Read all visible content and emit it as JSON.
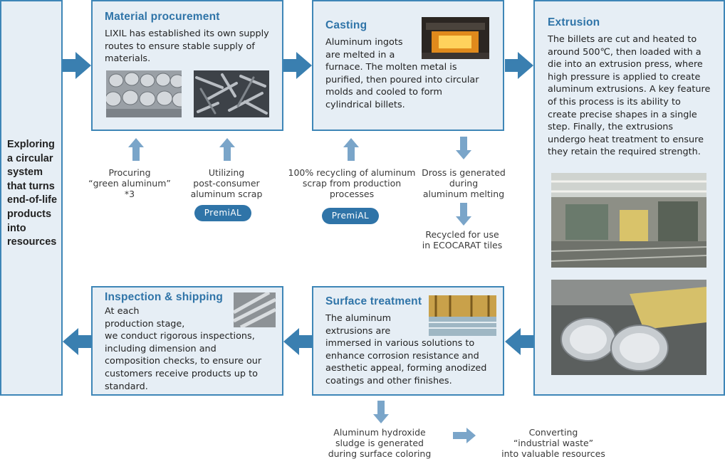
{
  "side_label": "Exploring\na circular\nsystem\nthat turns\nend-of-life\nproducts\ninto\nresources",
  "material": {
    "title": "Material procurement",
    "body": "LIXIL has established its own supply\nroutes to ensure stable supply of\nmaterials."
  },
  "casting": {
    "title": "Casting",
    "body": "Aluminum ingots\nare melted in a\nfurnace. The molten metal is\npurified, then poured into circular\nmolds and cooled to form\ncylindrical billets."
  },
  "extrusion": {
    "title": "Extrusion",
    "body": "The billets are cut and heated to\naround 500℃, then loaded with a\ndie into an extrusion press, where\nhigh pressure is applied to create\naluminum extrusions. A key feature\nof this process is its ability to\ncreate precise shapes in a single\nstep. Finally, the extrusions\nundergo heat treatment to ensure\nthey retain the required strength."
  },
  "inspection": {
    "title": "Inspection & shipping",
    "body": "At each\nproduction stage,\n we conduct rigorous inspections,\nincluding dimension and\ncomposition checks, to ensure our\ncustomers receive products up to\nstandard."
  },
  "surface": {
    "title": "Surface treatment",
    "body": "The aluminum\nextrusions are\nimmersed in various solutions to\nenhance corrosion resistance and\naesthetic appeal, forming anodized\ncoatings and other finishes."
  },
  "notes": {
    "green": "Procuring\n“green aluminum”\n*3",
    "scrap": "Utilizing\npost-consumer\naluminum scrap",
    "recycling": "100% recycling of aluminum\nscrap from production\nprocesses",
    "dross": "Dross is generated\nduring\naluminum melting",
    "ecocarat": "Recycled for use\nin ECOCARAT tiles",
    "sludge": "Aluminum hydroxide\nsludge is generated\nduring surface coloring",
    "converting": "Converting\n“industrial waste”\ninto valuable resources"
  },
  "badges": {
    "premial_1": "PremiAL",
    "premial_2": "PremiAL"
  },
  "colors": {
    "accent": "#2f74a8",
    "box_fill": "#e6eef5",
    "box_border": "#3e86b7",
    "arrow": "#3a7fb0",
    "light_arrow": "#7aa5c9"
  }
}
